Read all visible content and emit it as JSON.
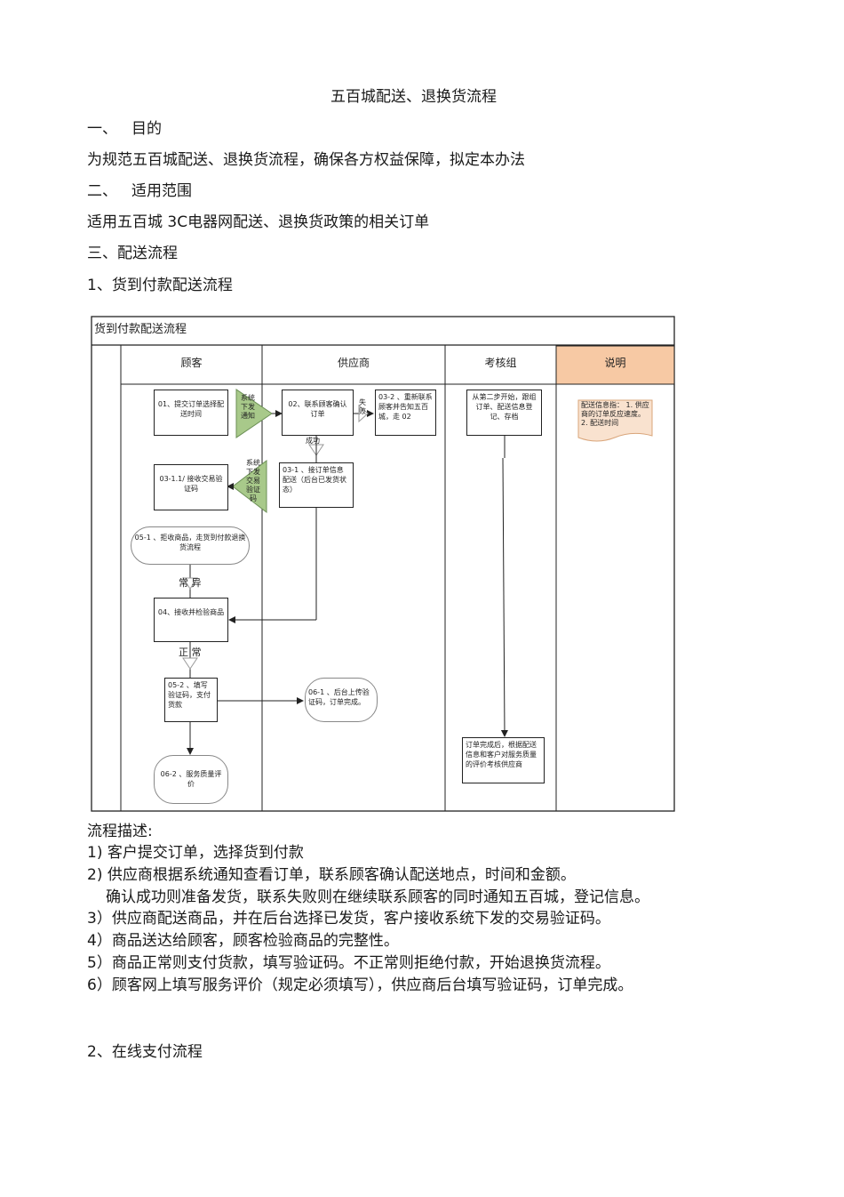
{
  "doc": {
    "title": "五百城配送、退换货流程",
    "sec1_num": "一、",
    "sec1_title": "目的",
    "sec1_text": "为规范五百城配送、退换货流程，确保各方权益保障，拟定本办法",
    "sec2_num": "二、",
    "sec2_title": "适用范围",
    "sec2_text": "适用五百城 3C电器网配送、退换货政策的相关订单",
    "sec3_title": "三、配送流程",
    "sub1_title": "1、货到付款配送流程",
    "desc_title": "流程描述:",
    "desc": [
      "1) 客户提交订单，选择货到付款",
      "2) 供应商根据系统通知查看订单，联系顾客确认配送地点，时间和金额。",
      "确认成功则准备发货，联系失败则在继续联系顾客的同时通知五百城，登记信息。",
      "3）供应商配送商品，并在后台选择已发货，客户接收系统下发的交易验证码。",
      "4）商品送达给顾客，顾客检验商品的完整性。",
      "5）商品正常则支付货款，填写验证码。不正常则拒绝付款，开始退换货流程。",
      "6）顾客网上填写服务评价（规定必须填写），供应商后台填写验证码，订单完成。"
    ],
    "sub2_title": "2、在线支付流程"
  },
  "flow": {
    "header": "货到付款配送流程",
    "lanes": [
      "顾客",
      "供应商",
      "考核组",
      "说明"
    ],
    "colors": {
      "explain_bg": "#f7c9a4",
      "triangle": "#a8c98a",
      "note_bg": "#f9e2cf"
    },
    "nodes": {
      "n01": "01、提交订单选择配送时间",
      "tri1": "系统下发通知",
      "n02": "02、联系顾客确认订单",
      "fail": "失败",
      "n032": "03-2 、重新联系顾客并告知五百城，走 02",
      "success": "成功",
      "tri2": "系统下发交易验证码",
      "n0311": "03-1.1/ 接收交易验证码",
      "n031": "03-1 、接订单信息配送（后台已发货状态）",
      "n051": "05-1 、拒收商品，走货到付款退换货流程",
      "abnormal": "常 异",
      "n04": "04、接收并检验商品",
      "normal": "正 常",
      "n052": "05-2 、填写验证码，支付货款",
      "n061": "06-1 、后台上传验证码，订单完成。",
      "n062": "06-2 、服务质量评价",
      "audit1": "从第二步开始，跟组订单、配送信息登记、存档",
      "audit2": "订单完成后，根据配送信息和客户对服务质量的评价考核供应商",
      "note": "配送信息指： 1. 供应商的订单反应速度。 2. 配送时间"
    }
  }
}
